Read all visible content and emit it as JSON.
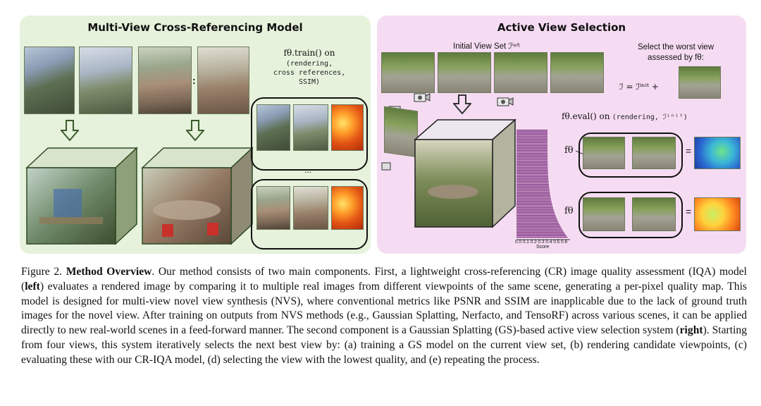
{
  "left_panel": {
    "title": "Multi-View Cross-Referencing Model",
    "train_fn": "fθ.train() on",
    "train_args": [
      "(rendering,",
      "cross references,",
      "SSIM)"
    ],
    "ellipsis": "..."
  },
  "right_panel": {
    "title": "Active View Selection",
    "initial_set_label": "Initial View Set ℐⁱⁿⁱᵗ",
    "select_label_line1": "Select the worst view",
    "select_label_line2": "assessed by fθ:",
    "update_eq": "ℐ = ℐⁱⁿⁱᵗ +",
    "eval_fn": "fθ.eval() on",
    "eval_args": "(rendering, ℐⁱⁿⁱᵗ)",
    "f_theta_1": "fθ",
    "f_theta_2": "fθ",
    "equals": "=",
    "axis_ticks": "0.0 0.1 0.2 0.3 0.4 0.5 0.6",
    "axis_label": "Score"
  },
  "caption": {
    "lead": "Figure 2.",
    "title": "Method Overview",
    "p1": ". Our method consists of two main components. First, a lightweight cross-referencing (CR) image quality assessment (IQA) model (",
    "left_word": "left",
    "p2": ") evaluates a rendered image by comparing it to multiple real images from different viewpoints of the same scene, generating a per-pixel quality map. This model is designed for multi-view novel view synthesis (NVS), where conventional metrics like PSNR and SSIM are inapplicable due to the lack of ground truth images for the novel view. After training on outputs from NVS methods (e.g., Gaussian Splatting, Nerfacto, and TensoRF) across various scenes, it can be applied directly to new real-world scenes in a feed-forward manner. The second component is a Gaussian Splatting (GS)-based active view selection system (",
    "right_word": "right",
    "p3": "). Starting from four views, this system iteratively selects the next best view by: (a) training a GS model on the current view set, (b) rendering candidate viewpoints, (c) evaluating these with our CR-IQA model, (d) selecting the view with the lowest quality, and (e) repeating the process."
  }
}
